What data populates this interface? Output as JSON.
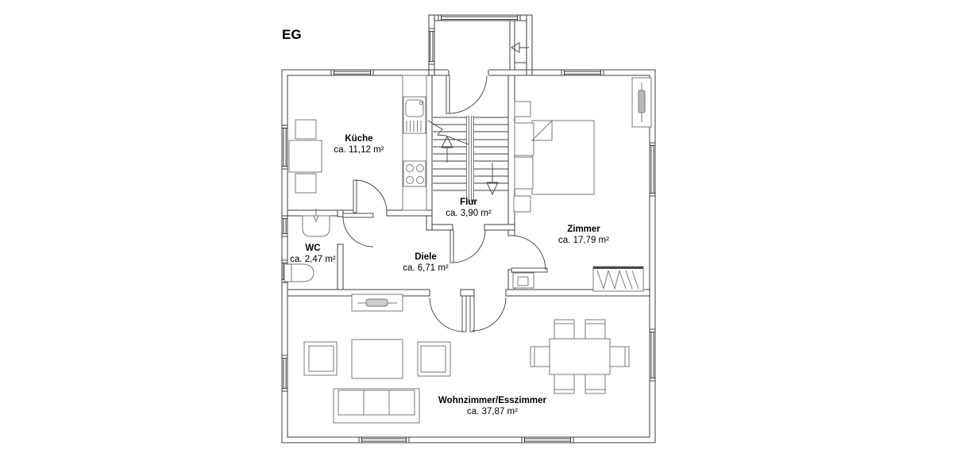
{
  "title": "EG",
  "rooms": {
    "kueche": {
      "name": "Küche",
      "area": "ca. 11,12 m²"
    },
    "flur": {
      "name": "Flur",
      "area": "ca. 3,90 m²"
    },
    "zimmer": {
      "name": "Zimmer",
      "area": "ca. 17,79 m²"
    },
    "wc": {
      "name": "WC",
      "area": "ca. 2,47 m²"
    },
    "diele": {
      "name": "Diele",
      "area": "ca. 6,71 m²"
    },
    "wohnzimmer_esszimmer": {
      "name": "Wohnzimmer/Esszimmer",
      "area": "ca. 37,87 m²"
    }
  },
  "colors": {
    "wall_line": "#3f3f3f",
    "furniture_line": "#7a7a7a",
    "background": "#ffffff",
    "text": "#000000"
  }
}
